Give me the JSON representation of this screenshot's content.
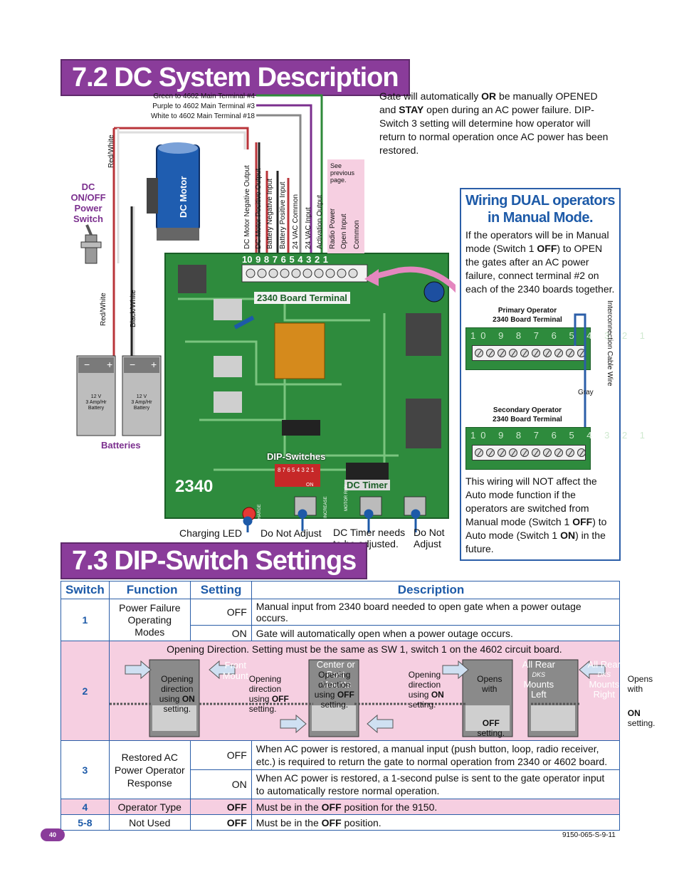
{
  "titles": {
    "sec72": "7.2 DC System Description",
    "sec73": "7.3 DIP-Switch Settings"
  },
  "wires": {
    "green": "Green to 4602 Main Terminal #4",
    "purple": "Purple to 4602 Main Terminal #3",
    "white": "White to 4602 Main Terminal #18"
  },
  "gate_note": {
    "p1": "Gate will automatically ",
    "b1": "OR",
    "p2": " be manually OPENED and ",
    "b2": "STAY",
    "p3": " open during an AC power failure. DIP-Switch 3 setting will determine how operator will return to normal operation once AC power has been restored."
  },
  "diagram": {
    "red_white": "Red/White",
    "black_white": "Black/White",
    "dc_switch": [
      "DC",
      "ON/OFF",
      "Power",
      "Switch"
    ],
    "dc_motor": "DC Motor",
    "battery_label": [
      "12 V",
      "3 Amp/Hr",
      "Battery"
    ],
    "batteries": "Batteries",
    "terminal_labels": [
      "DC Motor Negative Output",
      "DC Motor Positive Output",
      "Battery Negative Input",
      "Battery Positive Input",
      "24 VAC Common",
      "24 VAC Input",
      "Activation Output",
      "Radio Power",
      "Open Input",
      "Common"
    ],
    "see_prev": "See previous page.",
    "term_numbers": "10 9 8 7 6 5 4 3 2 1",
    "board_terminal": "2340 Board Terminal",
    "dip_switches": "DIP-Switches",
    "dc_timer": "DC Timer",
    "board_name": "2340",
    "charge": "CHARGE",
    "increase": "INCREASE",
    "motor_run": "MOTOR RUN",
    "dip_digits": "8 7 6 5 4 3 2 1",
    "dip_on": "ON",
    "callouts": {
      "charging_led": "Charging LED",
      "do_not_adjust_1": "Do Not Adjust",
      "dc_timer_needs": "DC Timer needs",
      "to_be_adjusted": "to be adjusted.",
      "do_not": "Do Not",
      "adjust": "Adjust"
    }
  },
  "wiring_box": {
    "title_l1": "Wiring DUAL operators",
    "title_l2": "in Manual Mode.",
    "text_a1": "If the operators will be in Manual mode (Switch 1 ",
    "text_a_b": "OFF",
    "text_a2": ") to OPEN the gates after an AC power failure, connect terminal #2 on each of the 2340 boards together.",
    "primary_l1": "Primary Operator",
    "primary_l2": "2340 Board Terminal",
    "secondary_l1": "Secondary Operator",
    "secondary_l2": "2340 Board Terminal",
    "strip_nums": "10 9 8 7 6 5 4 3 2 1",
    "cable": "Interconnection Cable Wire",
    "gray": "Gray",
    "text_b1": "This wiring will NOT affect the Auto mode function if the operators are switched from Manual mode (Switch 1 ",
    "text_b_b1": "OFF",
    "text_b2": ") to Auto mode (Switch 1 ",
    "text_b_b2": "ON",
    "text_b3": ") in the future."
  },
  "table": {
    "headers": [
      "Switch",
      "Function",
      "Setting",
      "Description"
    ],
    "r1": {
      "sw": "1",
      "func": "Power Failure Operating Modes",
      "off": "OFF",
      "off_desc": "Manual input from 2340 board needed to open gate when a power outage occurs.",
      "on": "ON",
      "on_desc": "Gate will automatically open when a power outage occurs."
    },
    "r2": {
      "sw": "2",
      "desc": "Opening Direction. Setting must be the same as SW 1, switch 1 on the 4602 circuit board.",
      "front": "Front",
      "mount": "Mount",
      "open_dir": "Opening direction using",
      "on": "ON",
      "off": "OFF",
      "setting": "setting.",
      "center": "Center or",
      "post": "Post",
      "mounts": "Mounts",
      "all_rear": "All Rear",
      "left": "Left",
      "right": "Right",
      "opens_with": "Opens with",
      "brand": "DKS"
    },
    "r3": {
      "sw": "3",
      "func": "Restored AC Power Operator Response",
      "off": "OFF",
      "off_desc": "When AC power is restored, a manual input (push button, loop, radio receiver, etc.) is required to return the gate to normal operation from 2340 or 4602 board.",
      "on": "ON",
      "on_desc": "When AC power is restored, a 1-second pulse is sent to the gate operator input to automatically restore normal operation."
    },
    "r4": {
      "sw": "4",
      "func": "Operator Type",
      "set": "OFF",
      "desc1": "Must be in the ",
      "desc_b": "OFF",
      "desc2": " position for the 9150."
    },
    "r5": {
      "sw": "5-8",
      "func": "Not Used",
      "set": "OFF",
      "desc1": "Must be in the ",
      "desc_b": "OFF",
      "desc2": " position."
    }
  },
  "footer": {
    "page": "40",
    "code": "9150-065-S-9-11"
  },
  "colors": {
    "purple": "#8a3c9a",
    "blue": "#1d5aa8",
    "pink": "#f6cfe1",
    "board": "#2e8b3d"
  }
}
